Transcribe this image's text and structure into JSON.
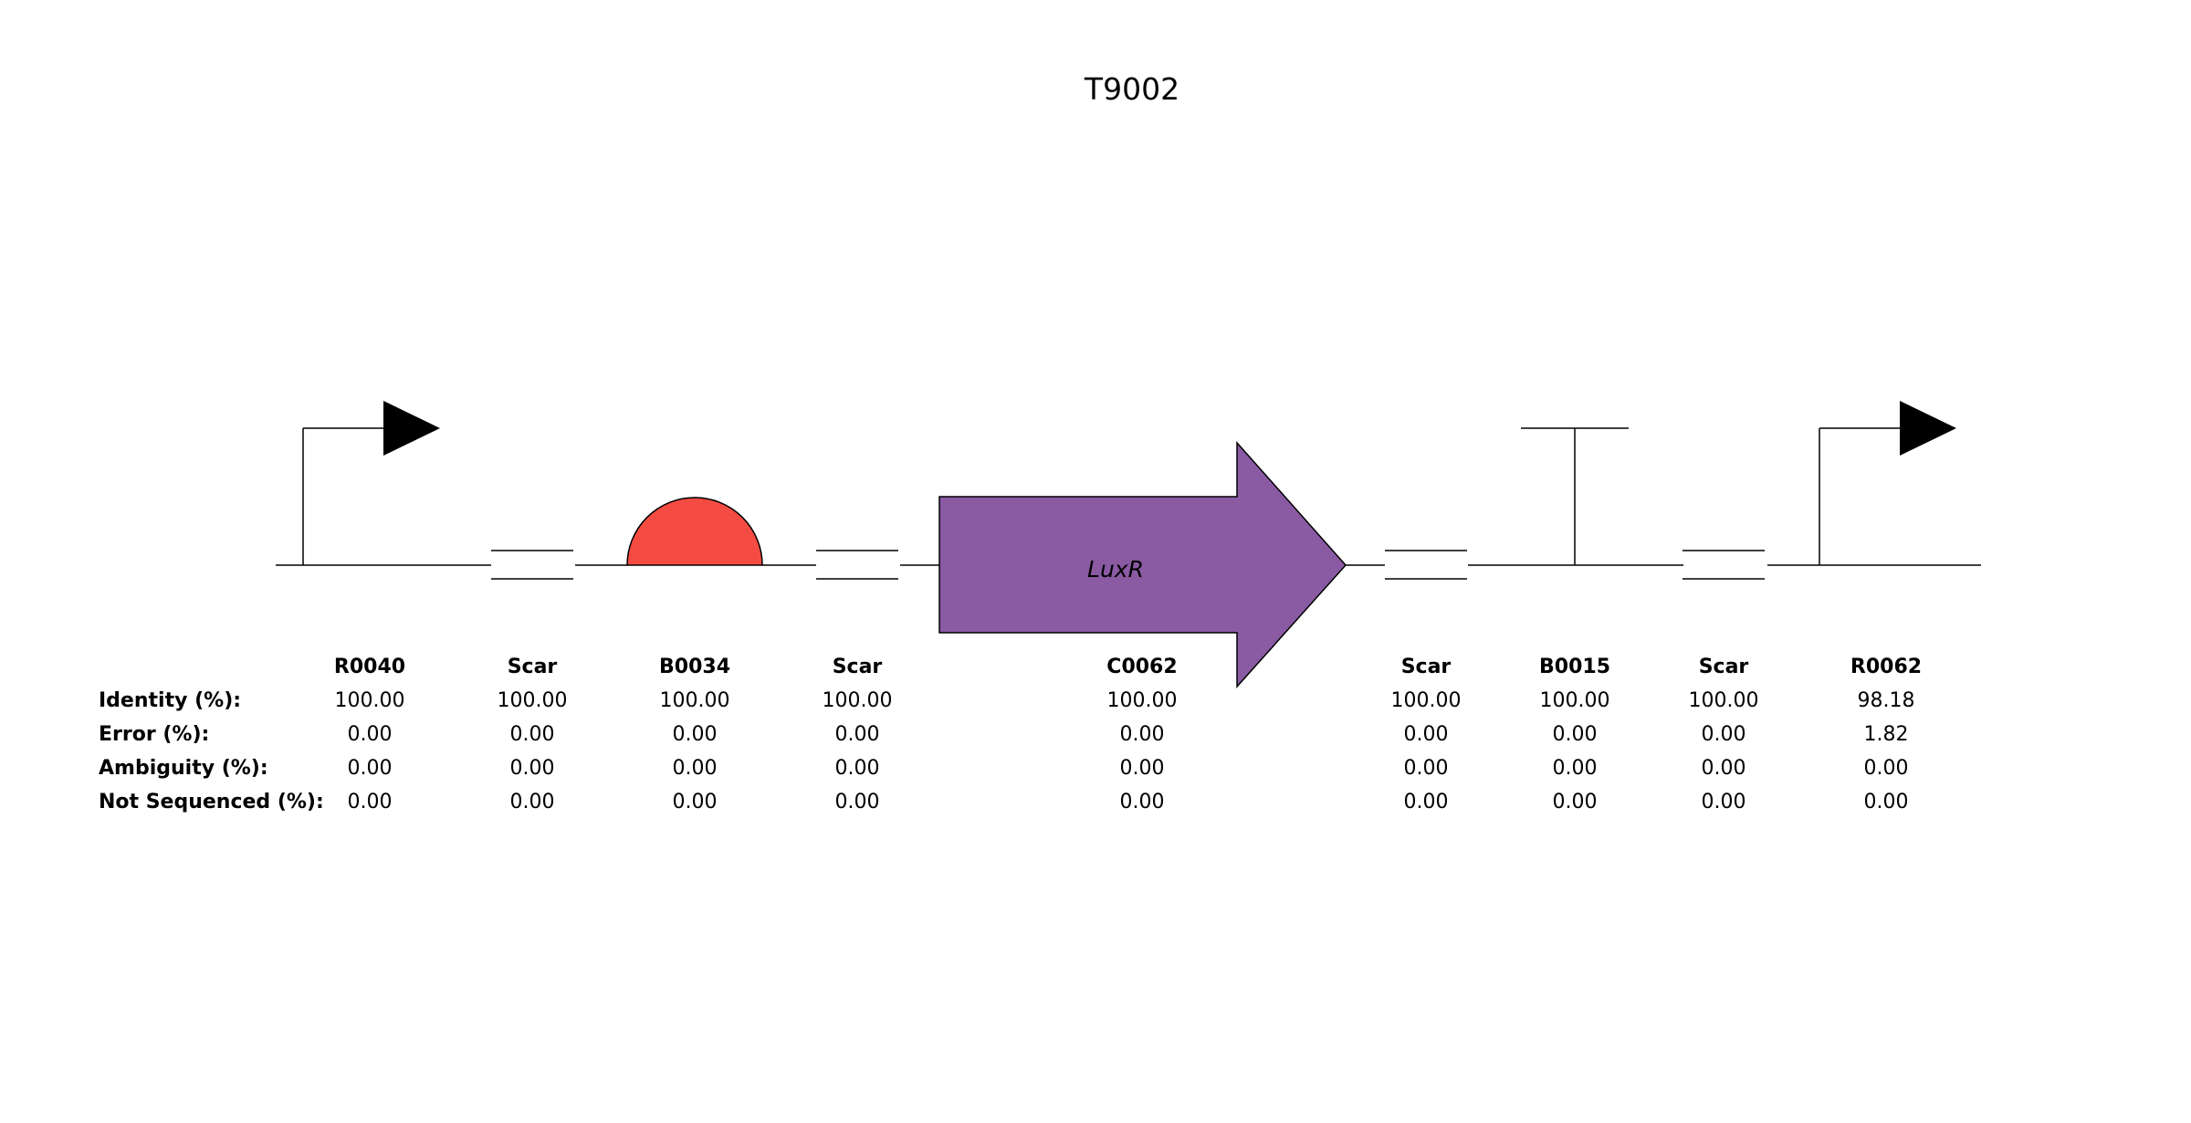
{
  "title": "T9002",
  "row_labels": [
    "Identity (%):",
    "Error (%):",
    "Ambiguity (%):",
    "Not Sequenced (%):"
  ],
  "colors": {
    "rbs": "#f44c42",
    "cds": "#8a5aa3",
    "line": "#000000"
  },
  "parts": [
    {
      "name": "R0040",
      "glyph": "promoter",
      "values": [
        "100.00",
        "0.00",
        "0.00",
        "0.00"
      ]
    },
    {
      "name": "Scar",
      "glyph": "scar",
      "values": [
        "100.00",
        "0.00",
        "0.00",
        "0.00"
      ]
    },
    {
      "name": "B0034",
      "glyph": "rbs",
      "values": [
        "100.00",
        "0.00",
        "0.00",
        "0.00"
      ]
    },
    {
      "name": "Scar",
      "glyph": "scar",
      "values": [
        "100.00",
        "0.00",
        "0.00",
        "0.00"
      ]
    },
    {
      "name": "C0062",
      "glyph": "cds",
      "label": "LuxR",
      "values": [
        "100.00",
        "0.00",
        "0.00",
        "0.00"
      ]
    },
    {
      "name": "Scar",
      "glyph": "scar",
      "values": [
        "100.00",
        "0.00",
        "0.00",
        "0.00"
      ]
    },
    {
      "name": "B0015",
      "glyph": "terminator",
      "values": [
        "100.00",
        "0.00",
        "0.00",
        "0.00"
      ]
    },
    {
      "name": "Scar",
      "glyph": "scar",
      "values": [
        "100.00",
        "0.00",
        "0.00",
        "0.00"
      ]
    },
    {
      "name": "R0062",
      "glyph": "promoter",
      "values": [
        "98.18",
        "1.82",
        "0.00",
        "0.00"
      ]
    }
  ]
}
